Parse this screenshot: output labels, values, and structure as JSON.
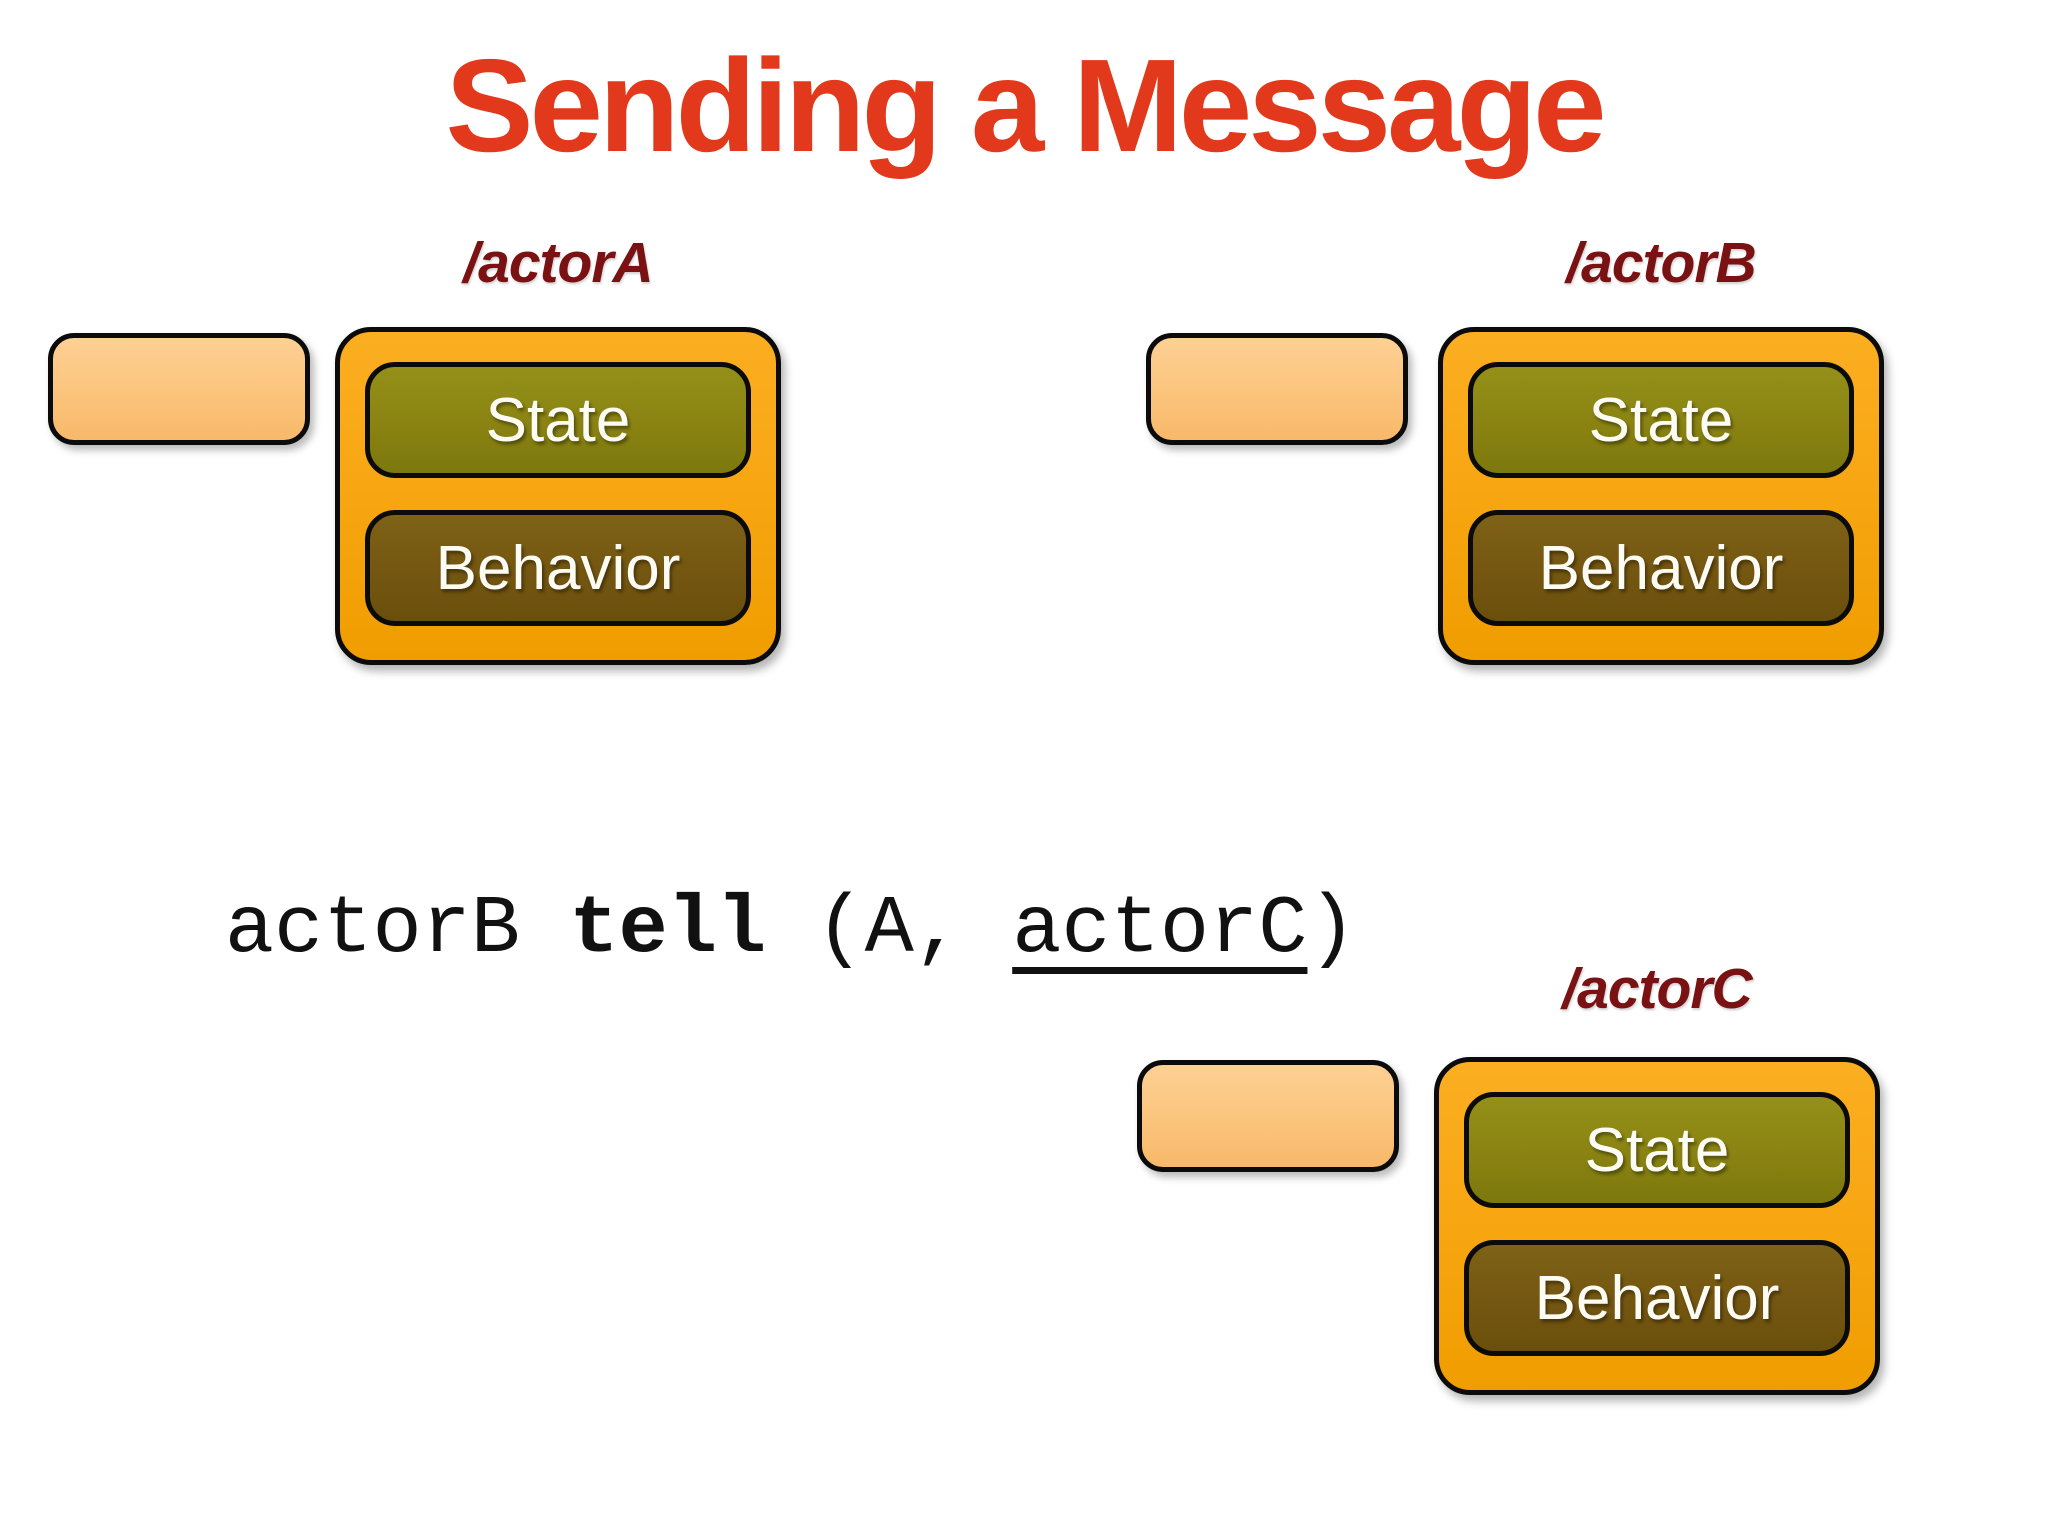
{
  "title": "Sending a Message",
  "colors": {
    "title_red": "#e2381b",
    "label_maroon": "#7a1113",
    "orange": "#f8a713",
    "peach": "#fbc47c",
    "peach_light": "#fdd094",
    "olive": "#8b8413",
    "brown": "#755711",
    "border_black": "#0b0b0b",
    "code_text": "#111111"
  },
  "actors": [
    {
      "id": "actorA",
      "label": "/actorA",
      "state_label": "State",
      "behavior_label": "Behavior"
    },
    {
      "id": "actorB",
      "label": "/actorB",
      "state_label": "State",
      "behavior_label": "Behavior"
    },
    {
      "id": "actorC",
      "label": "/actorC",
      "state_label": "State",
      "behavior_label": "Behavior"
    }
  ],
  "code": {
    "receiver": "actorB ",
    "keyword": "tell",
    "args_open": " (A, ",
    "ref": "actorC",
    "close": ")"
  }
}
